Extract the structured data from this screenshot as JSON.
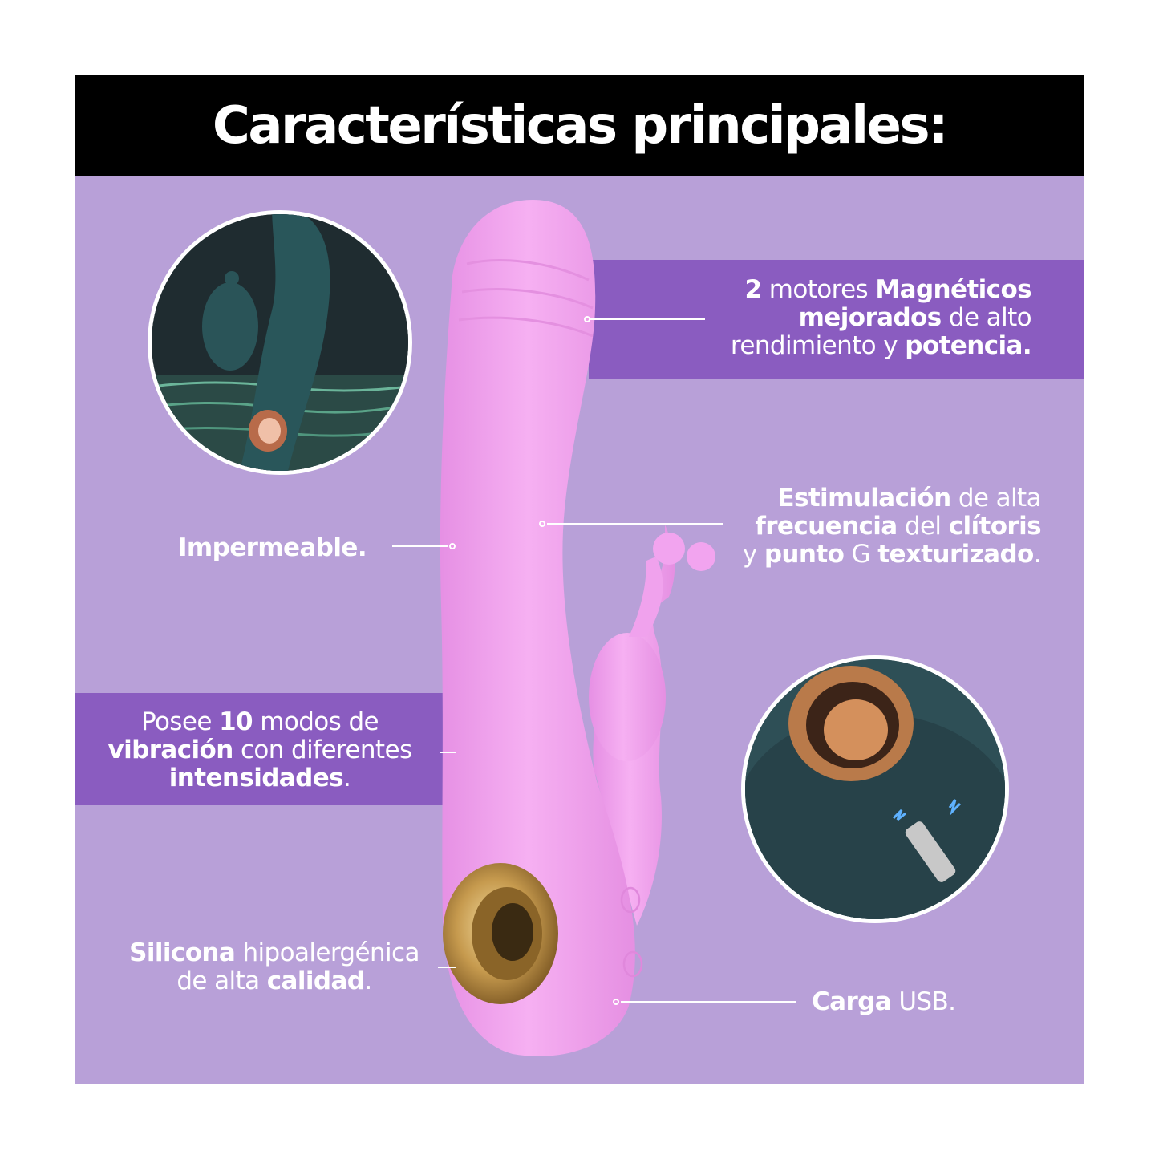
{
  "header": {
    "title": "Características principales:"
  },
  "features": {
    "motors": {
      "l1a": "2",
      "l1b": " motores ",
      "l1c": "Magnéticos",
      "l2a": "mejorados",
      "l2b": " de alto",
      "l3a": "rendimiento y ",
      "l3b": "potencia."
    },
    "stimulation": {
      "l1a": "Estimulación",
      "l1b": " de alta",
      "l2a": "frecuencia",
      "l2b": " del ",
      "l2c": "clítoris",
      "l3a": "y ",
      "l3b": "punto",
      "l3c": " G ",
      "l3d": "texturizado",
      "l3e": "."
    },
    "waterproof": {
      "text": "Impermeable."
    },
    "modes": {
      "l1a": "Posee ",
      "l1b": "10",
      "l1c": " modos de",
      "l2a": "vibración",
      "l2b": " con diferentes",
      "l3a": "intensidades",
      "l3b": "."
    },
    "silicone": {
      "l1a": "Silicona",
      "l1b": " hipoalergénica",
      "l2a": "de alta ",
      "l2b": "calidad",
      "l2c": "."
    },
    "usb": {
      "l1a": "Carga",
      "l1b": " USB."
    }
  },
  "colors": {
    "background": "#b8a0d8",
    "header": "#000000",
    "band": "#8a5cc0",
    "product": "#f2a4ef",
    "accent_gold": "#c9a15a",
    "circle_teal": "#2e4f56"
  },
  "icons": {
    "waterproof_photo": "product-in-water-photo",
    "usb_photo": "usb-charging-detail-photo"
  }
}
